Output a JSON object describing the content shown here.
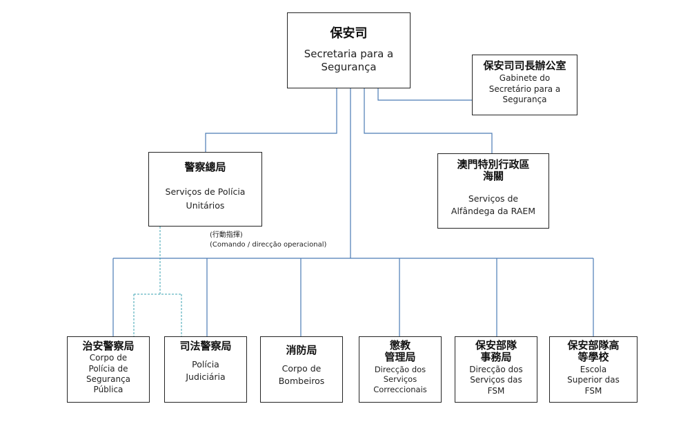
{
  "nodes": {
    "secretaria": {
      "zh": "保安司",
      "pt": "Secretaria para a\nSegurança"
    },
    "gabinete": {
      "zh": "保安司司長辦公室",
      "pt": "Gabinete do\nSecretário para a\nSegurança"
    },
    "psp_unitarios": {
      "zh": "警察總局",
      "pt": "Serviços de Polícia\nUnitários"
    },
    "alfandega": {
      "zh": "澳門特別行政區\n海關",
      "pt": "Serviços de\nAlfândega da RAEM"
    },
    "cpsp": {
      "zh": "治安警察局",
      "pt": "Corpo de\nPolícia de\nSegurança\nPública"
    },
    "pj": {
      "zh": "司法警察局",
      "pt": "Polícia\nJudiciária"
    },
    "bombeiros": {
      "zh": "消防局",
      "pt": "Corpo de\nBombeiros"
    },
    "correccionais": {
      "zh": "懲教\n管理局",
      "pt": "Direcção dos\nServiços\nCorreccionais"
    },
    "dsfsm": {
      "zh": "保安部隊\n事務局",
      "pt": "Direcção dos\nServiços das\nFSM"
    },
    "esfsm": {
      "zh": "保安部隊高\n等學校",
      "pt": "Escola\nSuperior das\nFSM"
    }
  },
  "annotation": {
    "zh": "(行動指揮)",
    "pt": "(Comando / direcção operacional)"
  },
  "colors": {
    "connector": "#4a7ab5",
    "box_border": "#222222",
    "dashed": "#3aa0b0"
  }
}
